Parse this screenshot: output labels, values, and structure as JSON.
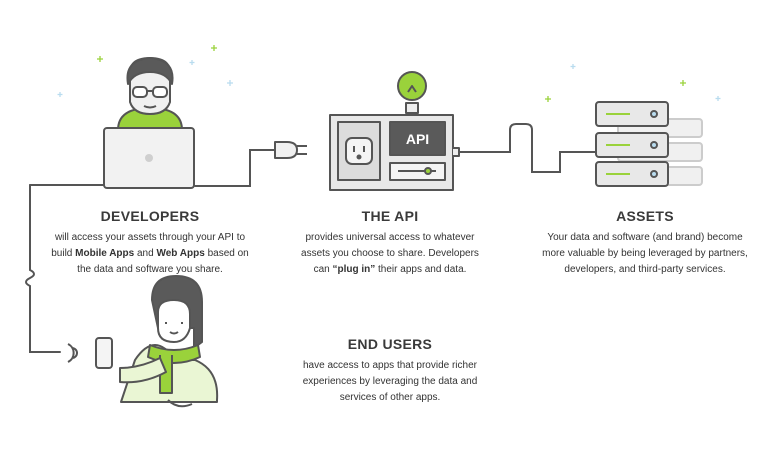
{
  "colors": {
    "accent": "#9ad23b",
    "line": "#555555",
    "panel": "#e8e8e8",
    "dark": "#5a5a5a"
  },
  "api_label": "API",
  "developers": {
    "title": "DEVELOPERS",
    "line1": "will access your assets through your API to",
    "line2_pre": "build ",
    "line2_b1": "Mobile Apps",
    "line2_mid": " and ",
    "line2_b2": "Web Apps",
    "line2_post": " based on",
    "line3": "the data and software you share."
  },
  "api": {
    "title": "THE API",
    "line1": "provides universal access to whatever",
    "line2": "assets you choose to share. Developers",
    "line3_pre": "can ",
    "line3_b": "“plug in”",
    "line3_post": " their apps and data."
  },
  "assets": {
    "title": "ASSETS",
    "line1": "Your data and software (and brand) become",
    "line2": "more valuable by being leveraged by partners,",
    "line3": "developers, and third-party services."
  },
  "end_users": {
    "title": "END USERS",
    "line1": "have access to apps that provide richer",
    "line2": "experiences by leveraging the data and",
    "line3": "services of other apps."
  }
}
